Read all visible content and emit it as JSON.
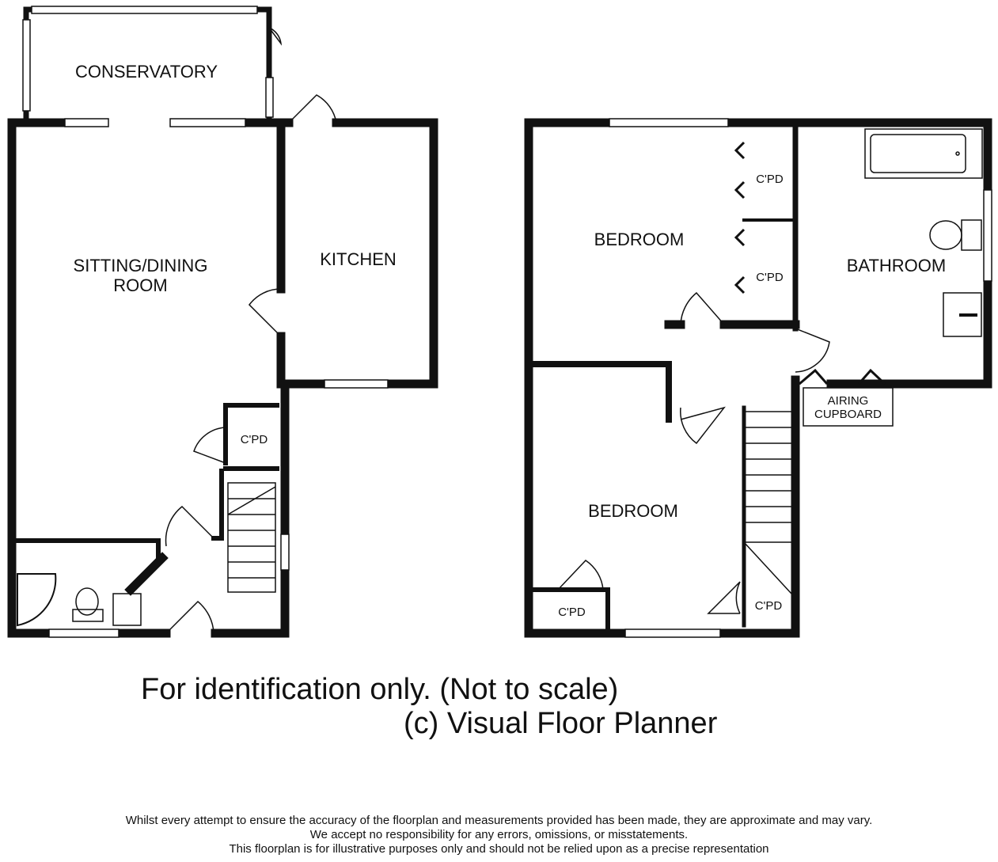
{
  "ground_floor": {
    "rooms": {
      "conservatory": "CONSERVATORY",
      "sitting_dining_line1": "SITTING/DINING",
      "sitting_dining_line2": "ROOM",
      "kitchen": "KITCHEN",
      "cupboard": "C'PD"
    }
  },
  "first_floor": {
    "rooms": {
      "bedroom1": "BEDROOM",
      "bedroom2": "BEDROOM",
      "bathroom": "BATHROOM",
      "cupboard1": "C'PD",
      "cupboard2": "C'PD",
      "cupboard3": "C'PD",
      "cupboard4": "C'PD",
      "airing_line1": "AIRING",
      "airing_line2": "CUPBOARD"
    }
  },
  "notes": {
    "identification": "For identification only. (Not to scale)",
    "copyright": "(c) Visual Floor Planner"
  },
  "disclaimer": {
    "line1": "Whilst every attempt to ensure the accuracy of the floorplan and measurements provided has been made, they are approximate and may vary.",
    "line2": "We accept no responsibility for any errors, omissions, or misstatements.",
    "line3": "This floorplan is for illustrative purposes only and should not be relied upon as a precise representation"
  }
}
